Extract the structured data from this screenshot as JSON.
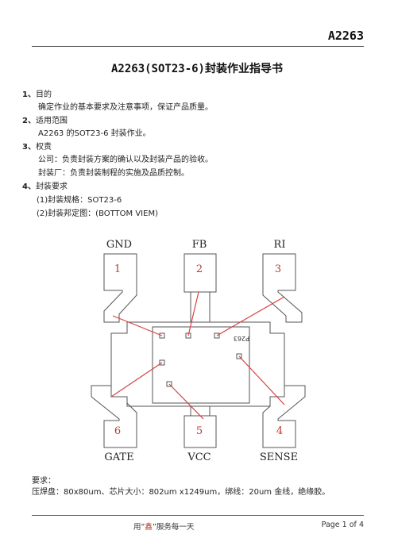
{
  "header": {
    "code": "A2263"
  },
  "title": {
    "prefix": "A2263(SOT23-6)",
    "suffix": "封装作业指导书"
  },
  "sections": [
    {
      "num": "1、",
      "heading": "目的",
      "lines": [
        "确定作业的基本要求及注意事项，保证产品质量。"
      ]
    },
    {
      "num": "2、",
      "heading": "适用范围",
      "lines": [
        "A2263  的SOT23-6  封装作业。"
      ]
    },
    {
      "num": "3、",
      "heading": "权责",
      "lines": [
        "公司：负责封装方案的确认以及封装产品的验收。",
        "封装厂：负责封装制程的实施及品质控制。"
      ]
    },
    {
      "num": "4、",
      "heading": "封装要求",
      "lines": [
        "(1)封装规格：SOT23-6",
        "(2)封装邦定图：(BOTTOM  VIEM)"
      ]
    }
  ],
  "diagram": {
    "top_pins": [
      {
        "name": "GND",
        "num": "1"
      },
      {
        "name": "FB",
        "num": "2"
      },
      {
        "name": "RI",
        "num": "3"
      }
    ],
    "bottom_pins": [
      {
        "name": "GATE",
        "num": "6"
      },
      {
        "name": "VCC",
        "num": "5"
      },
      {
        "name": "SENSE",
        "num": "4"
      }
    ],
    "die_label": "P263",
    "wire_color": "#d94040"
  },
  "requirements": {
    "label": "要求：",
    "text": "压焊盘：80x80um、芯片大小：802um x1249um，绑线：20um 金线，绝缘胶。"
  },
  "footer": {
    "left_prefix": "用“",
    "left_mark": "鑫",
    "left_suffix": "”服务每一天",
    "page_label": "Page",
    "page_num": "1",
    "of_label": "of",
    "page_total": "4"
  }
}
